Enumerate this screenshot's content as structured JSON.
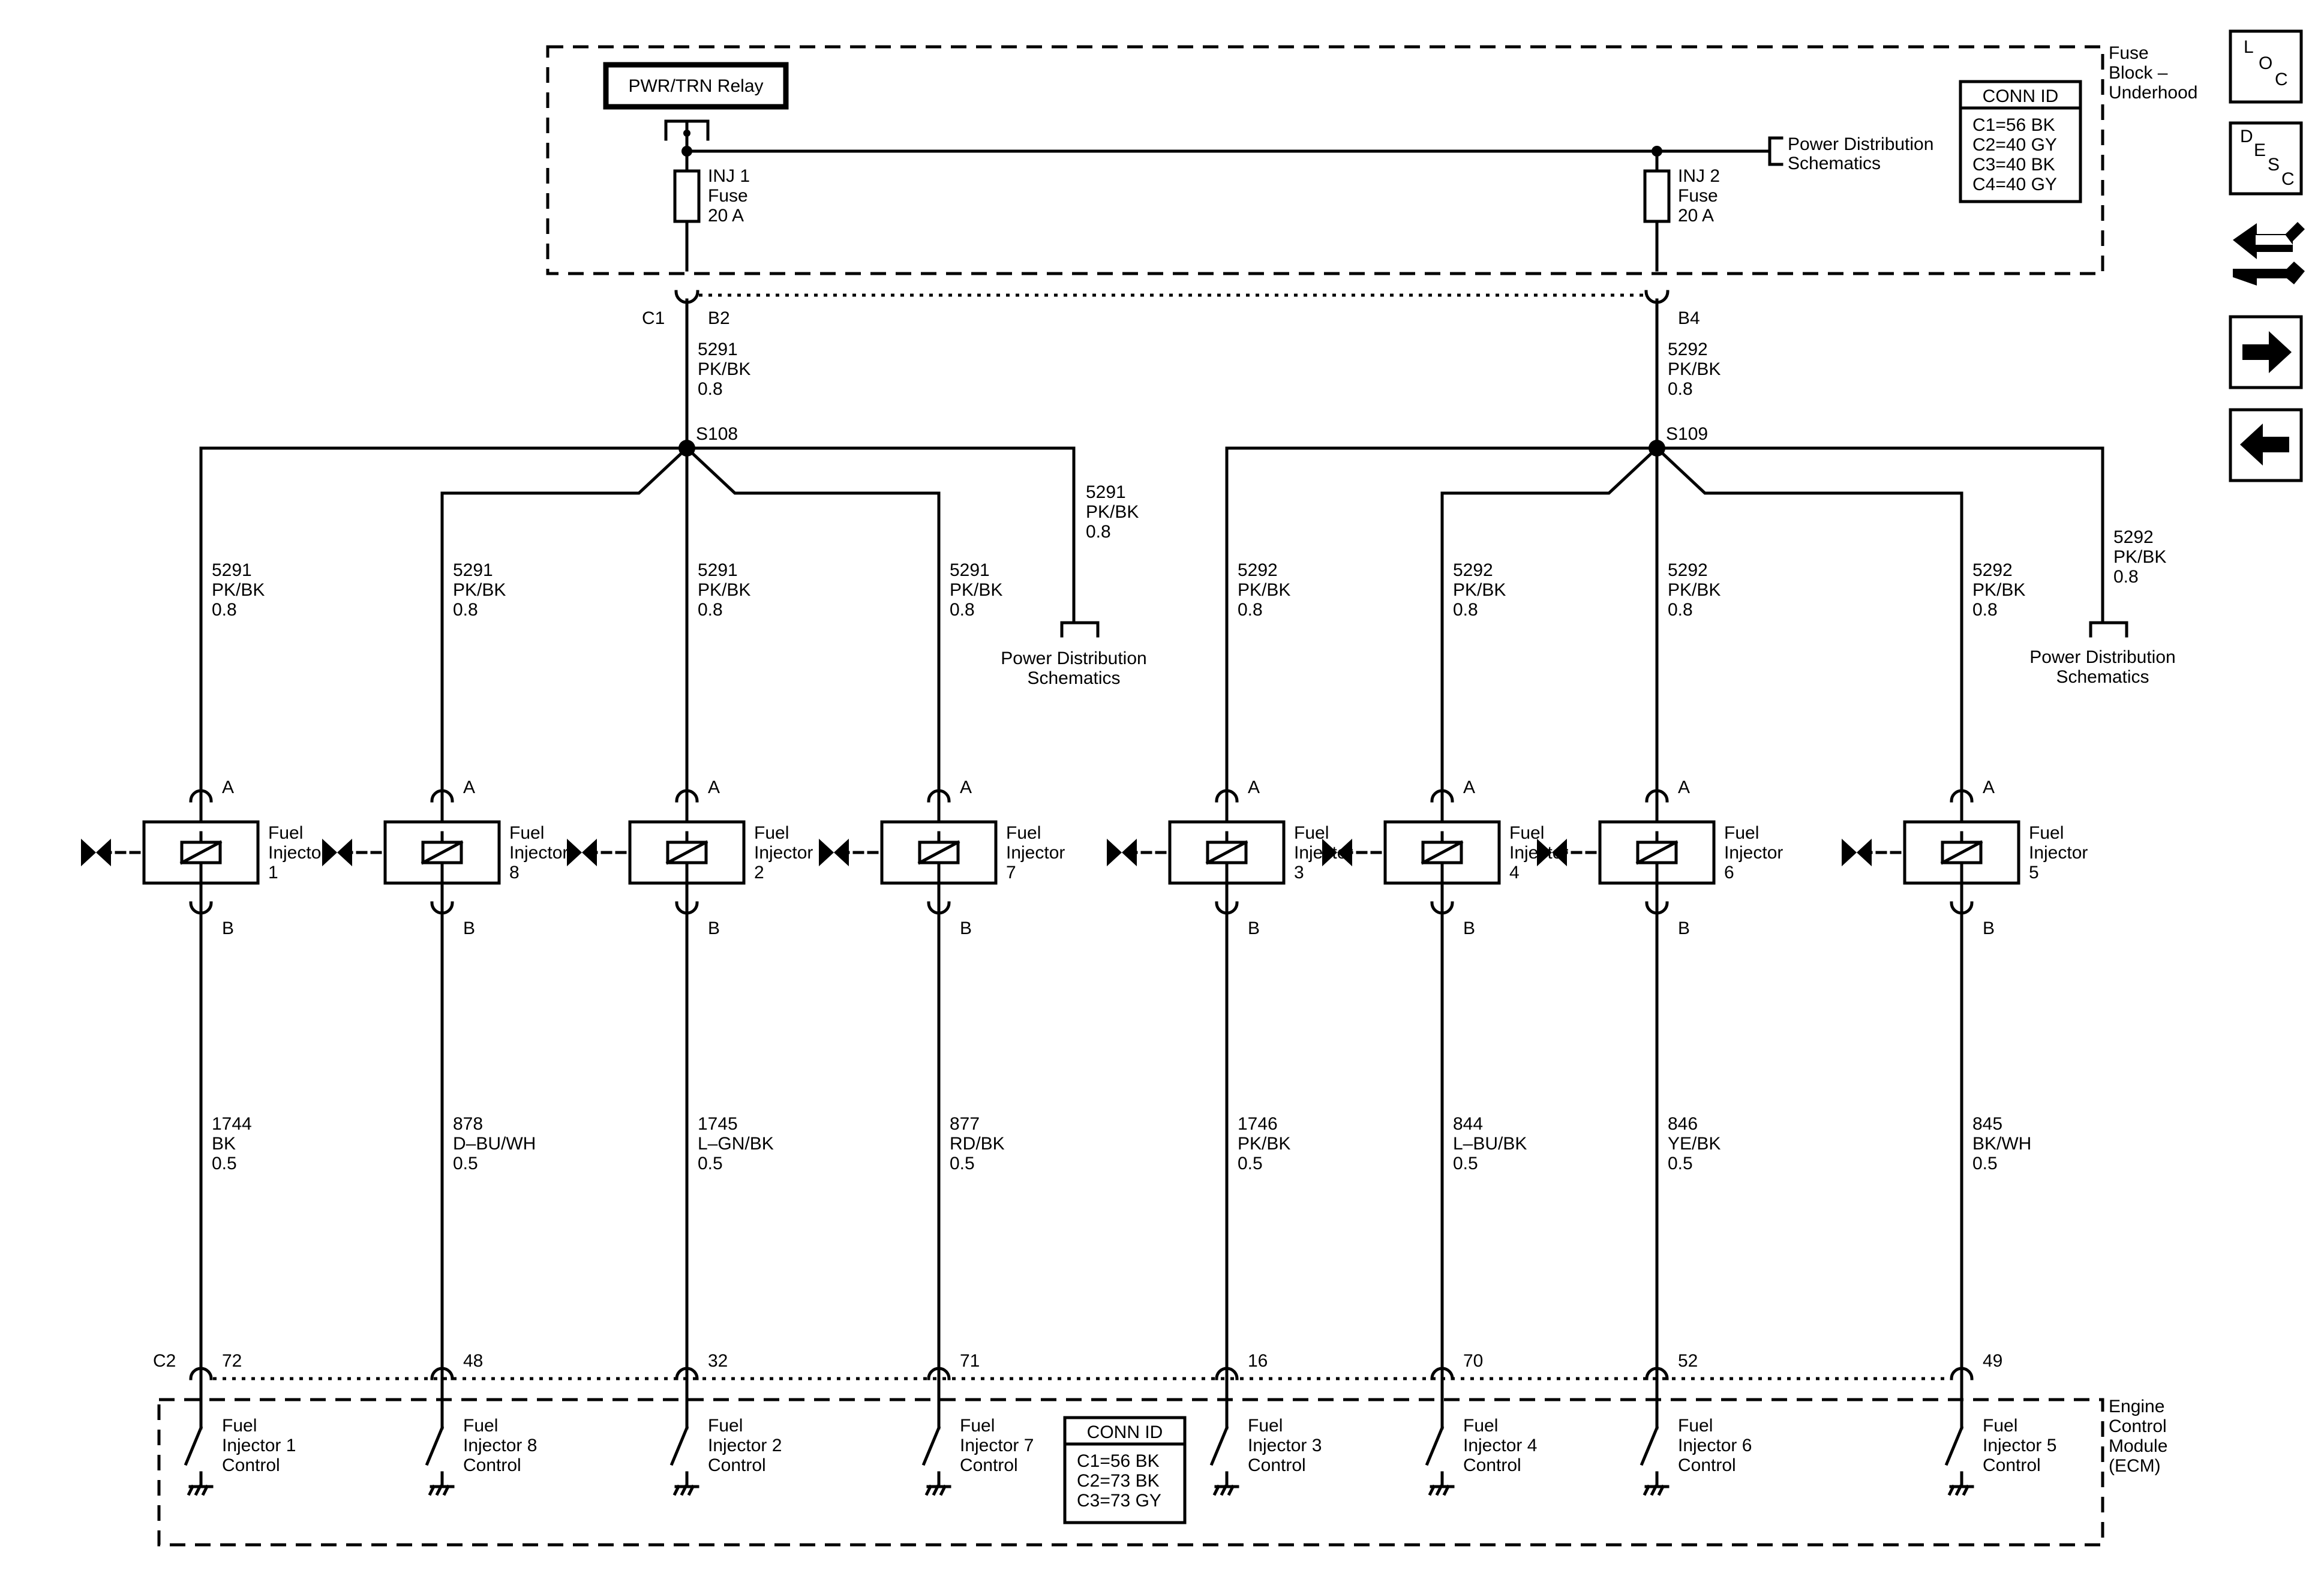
{
  "fuse_block": {
    "name_line1": "Fuse",
    "name_line2": "Block –",
    "name_line3": "Underhood",
    "relay": "PWR/TRN Relay",
    "fuse1": [
      "INJ 1",
      "Fuse",
      "20 A"
    ],
    "fuse2": [
      "INJ 2",
      "Fuse",
      "20 A"
    ],
    "power_dist": [
      "Power Distribution",
      "Schematics"
    ],
    "conn_id": {
      "title": "CONN ID",
      "rows": [
        "C1=56 BK",
        "C2=40 GY",
        "C3=40 BK",
        "C4=40 GY"
      ]
    }
  },
  "connectors": {
    "fuse_conn": "C1",
    "pin_b2": "B2",
    "pin_b4": "B4",
    "ecm_conn": "C2"
  },
  "feeds": {
    "left": [
      "5291",
      "PK/BK",
      "0.8"
    ],
    "right": [
      "5292",
      "PK/BK",
      "0.8"
    ]
  },
  "splices": {
    "left": "S108",
    "right": "S109"
  },
  "power_dist_left": [
    "Power Distribution",
    "Schematics"
  ],
  "power_dist_right": [
    "Power Distribution",
    "Schematics"
  ],
  "pd_wire_left": [
    "5291",
    "PK/BK",
    "0.8"
  ],
  "pd_wire_right": [
    "5292",
    "PK/BK",
    "0.8"
  ],
  "pin_a": "A",
  "pin_b": "B",
  "injectors": [
    {
      "upper": [
        "5291",
        "PK/BK",
        "0.8"
      ],
      "label": [
        "Fuel",
        "Injector",
        "1"
      ],
      "lower": [
        "1744",
        "BK",
        "0.5"
      ],
      "ecm_pin": "72",
      "ecm": [
        "Fuel",
        "Injector 1",
        "Control"
      ]
    },
    {
      "upper": [
        "5291",
        "PK/BK",
        "0.8"
      ],
      "label": [
        "Fuel",
        "Injector",
        "8"
      ],
      "lower": [
        "878",
        "D–BU/WH",
        "0.5"
      ],
      "ecm_pin": "48",
      "ecm": [
        "Fuel",
        "Injector 8",
        "Control"
      ]
    },
    {
      "upper": [
        "5291",
        "PK/BK",
        "0.8"
      ],
      "label": [
        "Fuel",
        "Injector",
        "2"
      ],
      "lower": [
        "1745",
        "L–GN/BK",
        "0.5"
      ],
      "ecm_pin": "32",
      "ecm": [
        "Fuel",
        "Injector 2",
        "Control"
      ]
    },
    {
      "upper": [
        "5291",
        "PK/BK",
        "0.8"
      ],
      "label": [
        "Fuel",
        "Injector",
        "7"
      ],
      "lower": [
        "877",
        "RD/BK",
        "0.5"
      ],
      "ecm_pin": "71",
      "ecm": [
        "Fuel",
        "Injector 7",
        "Control"
      ]
    },
    {
      "upper": [
        "5292",
        "PK/BK",
        "0.8"
      ],
      "label": [
        "Fuel",
        "Injector",
        "3"
      ],
      "lower": [
        "1746",
        "PK/BK",
        "0.5"
      ],
      "ecm_pin": "16",
      "ecm": [
        "Fuel",
        "Injector 3",
        "Control"
      ]
    },
    {
      "upper": [
        "5292",
        "PK/BK",
        "0.8"
      ],
      "label": [
        "Fuel",
        "Injector",
        "4"
      ],
      "lower": [
        "844",
        "L–BU/BK",
        "0.5"
      ],
      "ecm_pin": "70",
      "ecm": [
        "Fuel",
        "Injector 4",
        "Control"
      ]
    },
    {
      "upper": [
        "5292",
        "PK/BK",
        "0.8"
      ],
      "label": [
        "Fuel",
        "Injector",
        "6"
      ],
      "lower": [
        "846",
        "YE/BK",
        "0.5"
      ],
      "ecm_pin": "52",
      "ecm": [
        "Fuel",
        "Injector 6",
        "Control"
      ]
    },
    {
      "upper": [
        "5292",
        "PK/BK",
        "0.8"
      ],
      "label": [
        "Fuel",
        "Injector",
        "5"
      ],
      "lower": [
        "845",
        "BK/WH",
        "0.5"
      ],
      "ecm_pin": "49",
      "ecm": [
        "Fuel",
        "Injector 5",
        "Control"
      ]
    }
  ],
  "ecm": {
    "name": [
      "Engine",
      "Control",
      "Module",
      "(ECM)"
    ],
    "conn_id": {
      "title": "CONN ID",
      "rows": [
        "C1=56 BK",
        "C2=73 BK",
        "C3=73 GY"
      ]
    }
  },
  "nav": {
    "loc": [
      "L",
      "O",
      "C"
    ],
    "desc": [
      "D",
      "E",
      "S",
      "C"
    ],
    "icons": [
      "connector-swap-icon",
      "arrow-right-icon",
      "arrow-left-icon"
    ]
  }
}
